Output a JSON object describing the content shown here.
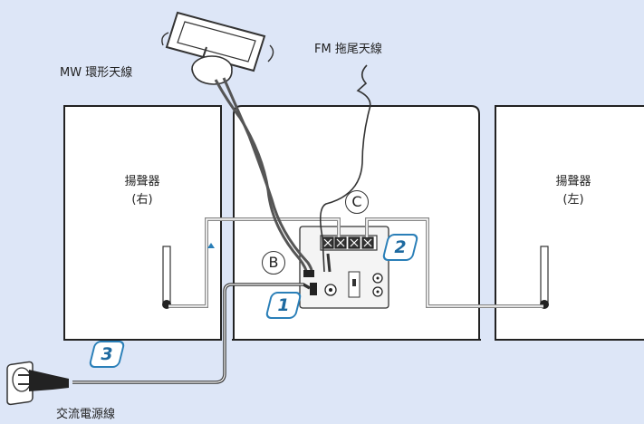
{
  "labels": {
    "mw_antenna": "MW 環形天線",
    "fm_antenna": "FM 拖尾天線",
    "ac_cord": "交流電源線"
  },
  "speakers": {
    "right": {
      "title": "揚聲器",
      "side": "(右)"
    },
    "left": {
      "title": "揚聲器",
      "side": "(左)"
    }
  },
  "callouts": {
    "b": "B",
    "c": "C"
  },
  "steps": [
    "1",
    "2",
    "3"
  ],
  "colors": {
    "background": "#dde6f7",
    "step_border": "#2a7fb8",
    "cable": "#333333"
  }
}
